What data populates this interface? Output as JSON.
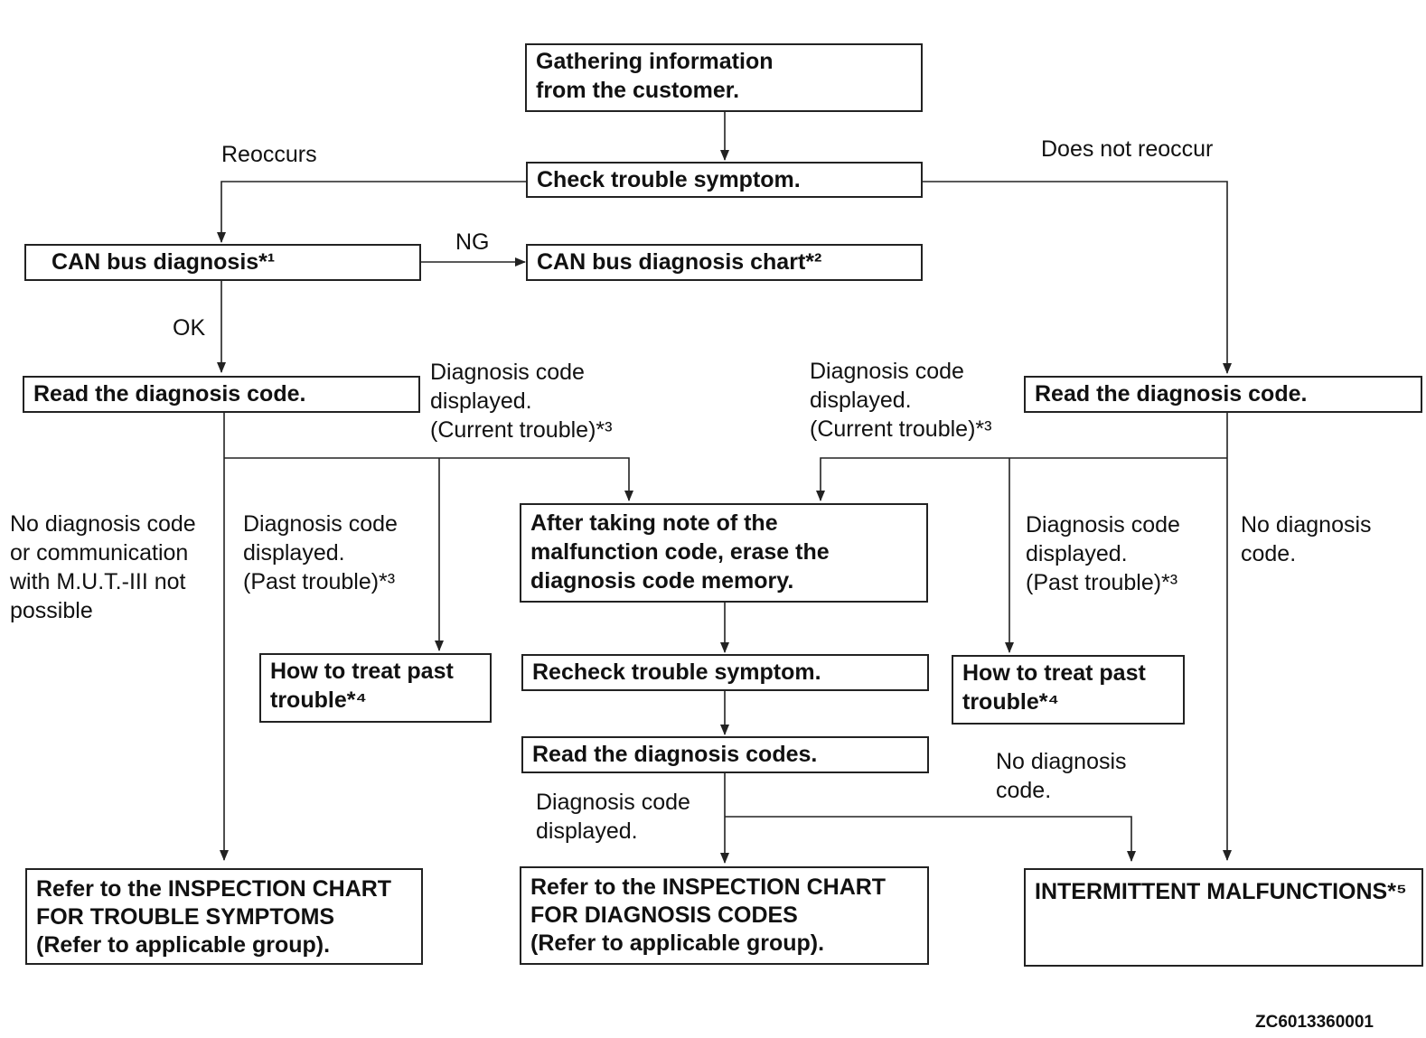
{
  "boxes": {
    "gather": "Gathering information\nfrom the customer.",
    "check": "Check trouble symptom.",
    "can_diag": "CAN bus diagnosis*¹",
    "can_chart": "CAN bus diagnosis chart*²",
    "read_left": "Read the diagnosis code.",
    "read_right": "Read the diagnosis code.",
    "erase": "After taking note of the\nmalfunction code, erase the\ndiagnosis code memory.",
    "past_left": "How to treat past\ntrouble*⁴",
    "past_right": "How to treat past\ntrouble*⁴",
    "recheck": "Recheck trouble symptom.",
    "read_codes": "Read the diagnosis codes.",
    "ref_symptoms": "Refer to the INSPECTION CHART\nFOR TROUBLE SYMPTOMS\n(Refer to applicable group).",
    "ref_codes": "Refer to the INSPECTION CHART\nFOR DIAGNOSIS CODES\n(Refer to applicable group).",
    "intermittent": "INTERMITTENT MALFUNCTIONS*⁵"
  },
  "labels": {
    "reoccurs": "Reoccurs",
    "not_reoccur": "Does not reoccur",
    "ng": "NG",
    "ok": "OK",
    "current_left": "Diagnosis code\ndisplayed.\n(Current trouble)*³",
    "current_right": "Diagnosis code\ndisplayed.\n(Current trouble)*³",
    "no_code_comm": "No diagnosis code\nor communication\nwith M.U.T.-III not\npossible",
    "past_left": "Diagnosis code\ndisplayed.\n(Past trouble)*³",
    "past_right": "Diagnosis code\ndisplayed.\n(Past trouble)*³",
    "no_code_right": "No diagnosis\ncode.",
    "no_code_mid": "No diagnosis\ncode.",
    "code_displayed": "Diagnosis code\ndisplayed."
  },
  "figure_id": "ZC6013360001"
}
